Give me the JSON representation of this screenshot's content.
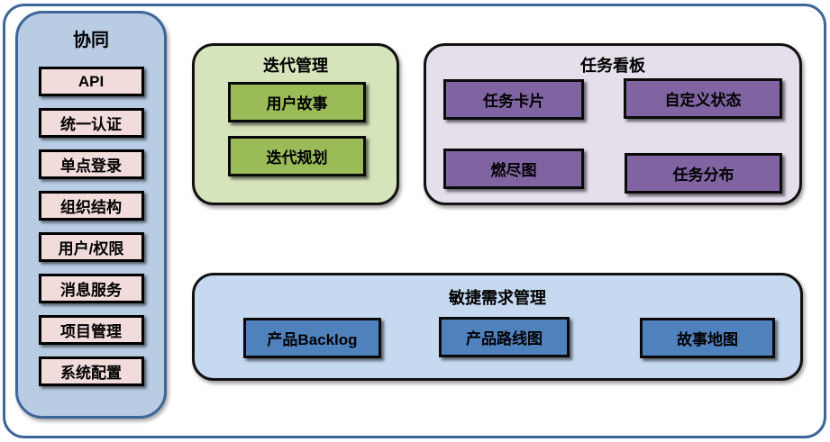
{
  "canvas": {
    "background": "#ffffff",
    "frame_border_color": "#3e6699"
  },
  "sidebar": {
    "title": "协同",
    "colors": {
      "panel": "#b8cce4",
      "border": "#3e6699",
      "item_fill": "#f2dcdb",
      "item_border": "#000000"
    },
    "items": [
      {
        "label": "API"
      },
      {
        "label": "统一认证"
      },
      {
        "label": "单点登录"
      },
      {
        "label": "组织结构"
      },
      {
        "label": "用户/权限"
      },
      {
        "label": "消息服务"
      },
      {
        "label": "项目管理"
      },
      {
        "label": "系统配置"
      }
    ]
  },
  "panels": [
    {
      "id": "iteration-management",
      "title": "迭代管理",
      "colors": {
        "panel": "#d6e4bc",
        "button": "#9bbb59",
        "border": "#121212"
      },
      "items": [
        {
          "label": "用户故事"
        },
        {
          "label": "迭代规划"
        }
      ]
    },
    {
      "id": "task-board",
      "title": "任务看板",
      "colors": {
        "panel": "#e5dfec",
        "button": "#8064a2",
        "border": "#121212"
      },
      "items": [
        {
          "label": "任务卡片"
        },
        {
          "label": "自定义状态"
        },
        {
          "label": "燃尽图"
        },
        {
          "label": "任务分布"
        }
      ]
    },
    {
      "id": "agile-requirements",
      "title": "敏捷需求管理",
      "colors": {
        "panel": "#c6d9f0",
        "button": "#4f81bd",
        "border": "#121212"
      },
      "items": [
        {
          "label": "产品Backlog"
        },
        {
          "label": "产品路线图"
        },
        {
          "label": "故事地图"
        }
      ]
    }
  ]
}
